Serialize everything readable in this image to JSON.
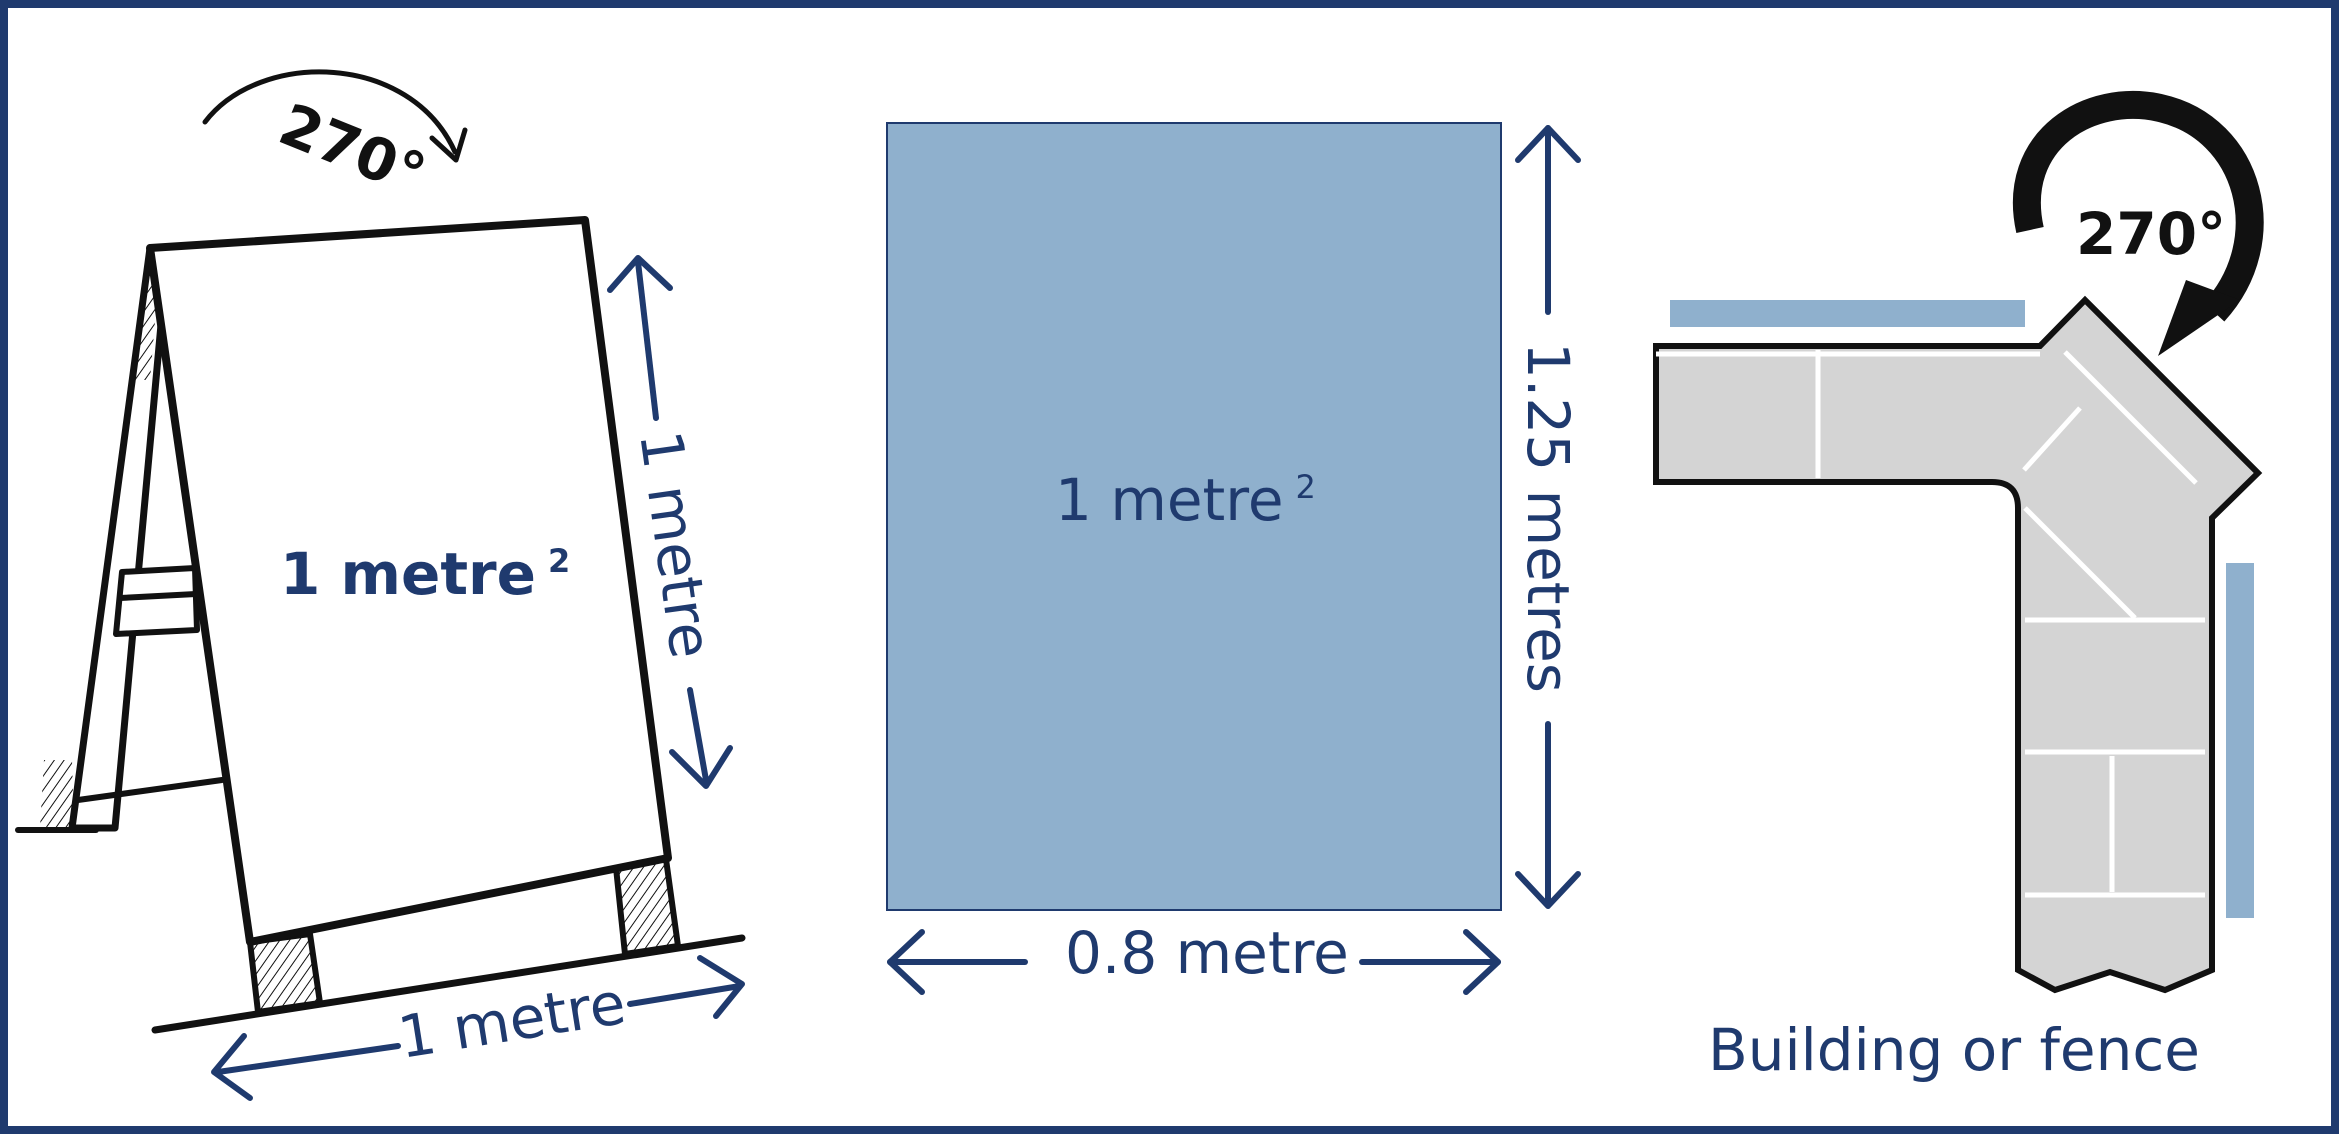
{
  "colors": {
    "border": "#1f3a6e",
    "label": "#1f3a6e",
    "panel": "#8fb0cd",
    "panel_stroke": "#1f3a6e",
    "brick": "#d4d4d4",
    "ink": "#111111"
  },
  "a_frame": {
    "rotation_label": "270°",
    "area_label": "1 metre",
    "area_sup": "2",
    "height_label": "1 metre",
    "width_label": "1 metre"
  },
  "panel": {
    "area_label": "1 metre",
    "area_sup": "2",
    "height_label": "1.25 metres",
    "width_label": "0.8 metre"
  },
  "corner": {
    "rotation_label": "270°",
    "caption": "Building or fence"
  }
}
